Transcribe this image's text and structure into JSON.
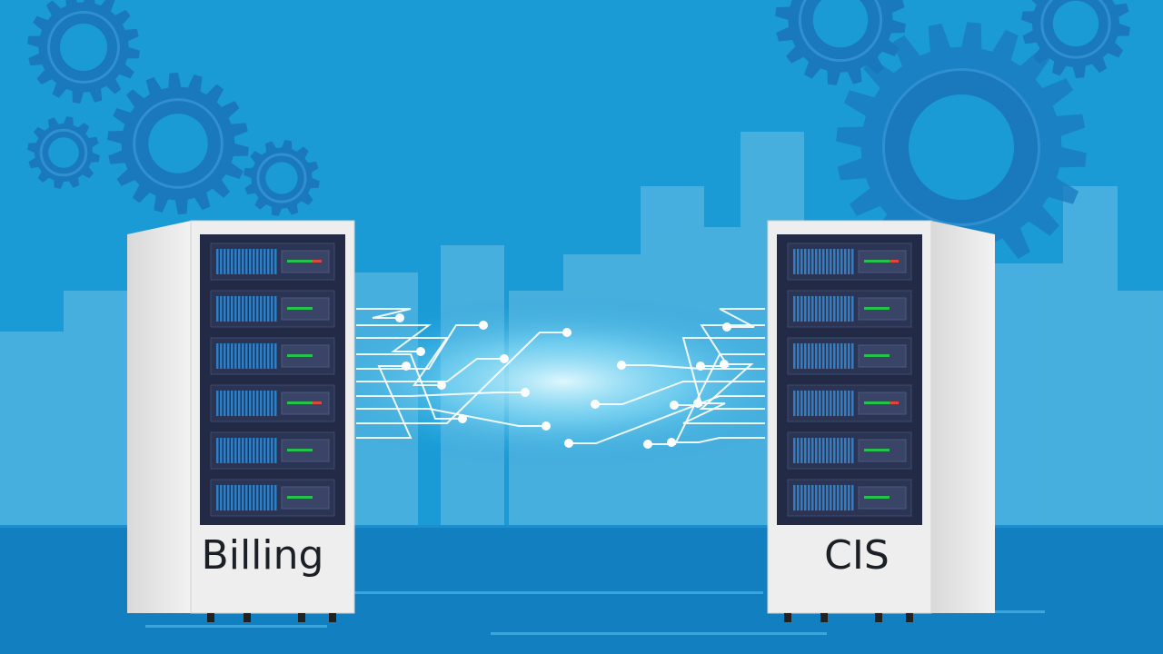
{
  "colors": {
    "sky": "#1a9bd6",
    "skyline": "#4fb3e0",
    "floor": "#127fc0",
    "gear": "#1a78bd",
    "server_body": "#eeeeee",
    "server_panel": "#222a45",
    "drive_stripes": "#2f7fc6",
    "indicator_green": "#27c24c",
    "indicator_red": "#e0463c",
    "link_glow": "#bff1ff"
  },
  "servers": [
    {
      "id": "billing",
      "label": "Billing"
    },
    {
      "id": "cis",
      "label": "CIS"
    }
  ],
  "icons": [
    "gear-icon",
    "server-rack-icon",
    "data-link-icon"
  ]
}
